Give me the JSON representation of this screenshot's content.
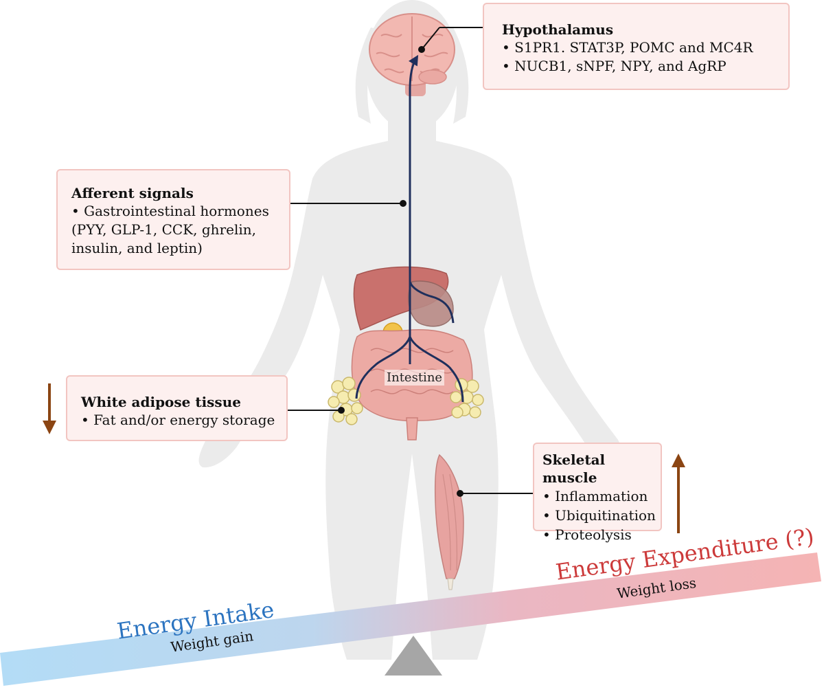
{
  "hypothalamus": {
    "title": "Hypothalamus",
    "items": [
      "• S1PR1. STAT3P, POMC and MC4R",
      "• NUCB1, sNPF, NPY,  and AgRP"
    ]
  },
  "afferent_signals": {
    "title": "Afferent signals",
    "items": [
      "• Gastrointestinal hormones",
      "(PYY, GLP-1, CCK, ghrelin,",
      "insulin, and leptin)"
    ]
  },
  "white_adipose": {
    "title": "White adipose tissue",
    "items": [
      "• Fat and/or energy storage"
    ]
  },
  "skeletal_muscle": {
    "title": "Skeletal muscle",
    "items": [
      "• Inflammation",
      "• Ubiquitination",
      "• Proteolysis"
    ]
  },
  "intestine_label": "Intestine",
  "balance": {
    "left_heading": "Energy Intake",
    "left_sub": "Weight gain",
    "right_heading": "Energy Expenditure (?)",
    "right_sub": "Weight loss"
  },
  "colors": {
    "box_fill": "#fdf0ef",
    "box_border": "#f2c5c1",
    "signal_path": "#1f2f5c",
    "intake_blue": "#2c74c0",
    "expenditure_red": "#cc3a3a",
    "arrow_brown": "#8b4513",
    "beam_left": "#b3dcf6",
    "beam_right": "#f5b4b4",
    "body_silhouette": "#ebebeb",
    "fulcrum": "#a6a6a6"
  },
  "icons": [
    "brain-icon",
    "digestive-organs-icon",
    "adipose-cells-icon",
    "skeletal-muscle-icon",
    "down-arrow-icon",
    "up-arrow-icon",
    "fulcrum-icon"
  ]
}
